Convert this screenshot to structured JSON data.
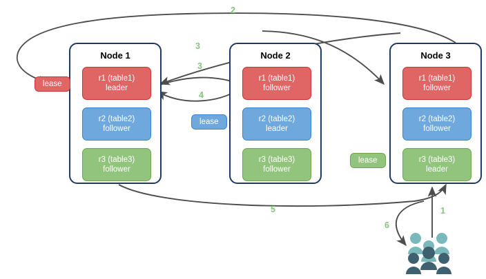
{
  "diagram": {
    "title": "lease-and-replica-routing-diagram",
    "colors": {
      "replica_red": "#e06666",
      "replica_red_border": "#cc3333",
      "replica_blue": "#6fa8dc",
      "replica_blue_border": "#3d85c6",
      "replica_green": "#93c47d",
      "replica_green_border": "#6aa84f",
      "node_border": "#1f3864",
      "edge": "#4d4d4d",
      "label": "#85c47d",
      "users_back": "#79b9bb",
      "users_front": "#3f606e"
    }
  },
  "nodes": [
    {
      "id": "node-1",
      "title": "Node 1",
      "replicas": [
        {
          "id": "r1",
          "table": "r1 (table1)",
          "role": "leader",
          "color": "red"
        },
        {
          "id": "r2",
          "table": "r2 (table2)",
          "role": "follower",
          "color": "blue"
        },
        {
          "id": "r3",
          "table": "r3 (table3)",
          "role": "follower",
          "color": "green"
        }
      ]
    },
    {
      "id": "node-2",
      "title": "Node 2",
      "replicas": [
        {
          "id": "r1",
          "table": "r1 (table1)",
          "role": "follower",
          "color": "red"
        },
        {
          "id": "r2",
          "table": "r2 (table2)",
          "role": "leader",
          "color": "blue"
        },
        {
          "id": "r3",
          "table": "r3 (table3)",
          "role": "follower",
          "color": "green"
        }
      ]
    },
    {
      "id": "node-3",
      "title": "Node 3",
      "replicas": [
        {
          "id": "r1",
          "table": "r1 (table1)",
          "role": "follower",
          "color": "red"
        },
        {
          "id": "r2",
          "table": "r2 (table2)",
          "role": "follower",
          "color": "blue"
        },
        {
          "id": "r3",
          "table": "r3 (table3)",
          "role": "leader",
          "color": "green"
        }
      ]
    }
  ],
  "leases": [
    {
      "id": "lease-table1",
      "label": "lease",
      "color": "red"
    },
    {
      "id": "lease-table2",
      "label": "lease",
      "color": "blue"
    },
    {
      "id": "lease-table3",
      "label": "lease",
      "color": "green"
    }
  ],
  "edge_labels": [
    {
      "id": "step-2",
      "label": "2"
    },
    {
      "id": "step-3a",
      "label": "3"
    },
    {
      "id": "step-3b",
      "label": "3"
    },
    {
      "id": "step-4",
      "label": "4"
    },
    {
      "id": "step-5",
      "label": "5"
    },
    {
      "id": "step-1",
      "label": "1"
    },
    {
      "id": "step-6",
      "label": "6"
    }
  ],
  "actors": {
    "users": {
      "icon": "users-icon",
      "count": 5
    }
  }
}
